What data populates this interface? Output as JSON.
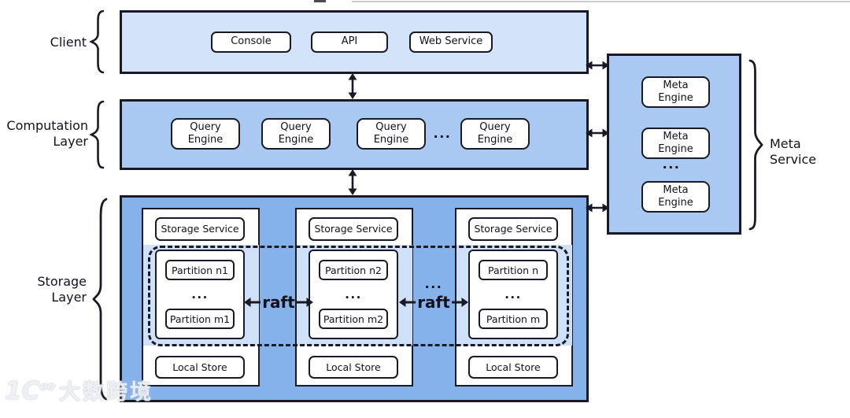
{
  "colors": {
    "client_fill": "#d3e3f9",
    "layer_fill": "#aac9f2",
    "storage_fill": "#86b2ec",
    "band_fill": "#cfe1f8",
    "border": "#1a1a26"
  },
  "client": {
    "label": "Client",
    "items": [
      "Console",
      "API",
      "Web Service"
    ]
  },
  "computation": {
    "label": "Computation\nLayer",
    "engines": [
      "Query\nEngine",
      "Query\nEngine",
      "Query\nEngine",
      "Query\nEngine"
    ],
    "ellipsis": "..."
  },
  "storage": {
    "label": "Storage\nLayer",
    "nodes": [
      {
        "service": "Storage Service",
        "partitions": [
          "Partition n1",
          "...",
          "Partition m1"
        ],
        "store": "Local Store"
      },
      {
        "service": "Storage Service",
        "partitions": [
          "Partition n2",
          "...",
          "Partition m2"
        ],
        "store": "Local Store"
      },
      {
        "service": "Storage Service",
        "partitions": [
          "Partition n",
          "...",
          "Partition m"
        ],
        "store": "Local Store"
      }
    ],
    "links": [
      {
        "label": "raft"
      },
      {
        "ellipsis": "...",
        "label": "raft"
      }
    ]
  },
  "meta": {
    "label": "Meta Service",
    "engines": [
      "Meta\nEngine",
      "Meta\nEngine",
      "Meta\nEngine"
    ],
    "ellipsis": "..."
  },
  "watermark": {
    "logo_main": "1C",
    "logo_sup": "oo",
    "text": "大数跨境"
  }
}
